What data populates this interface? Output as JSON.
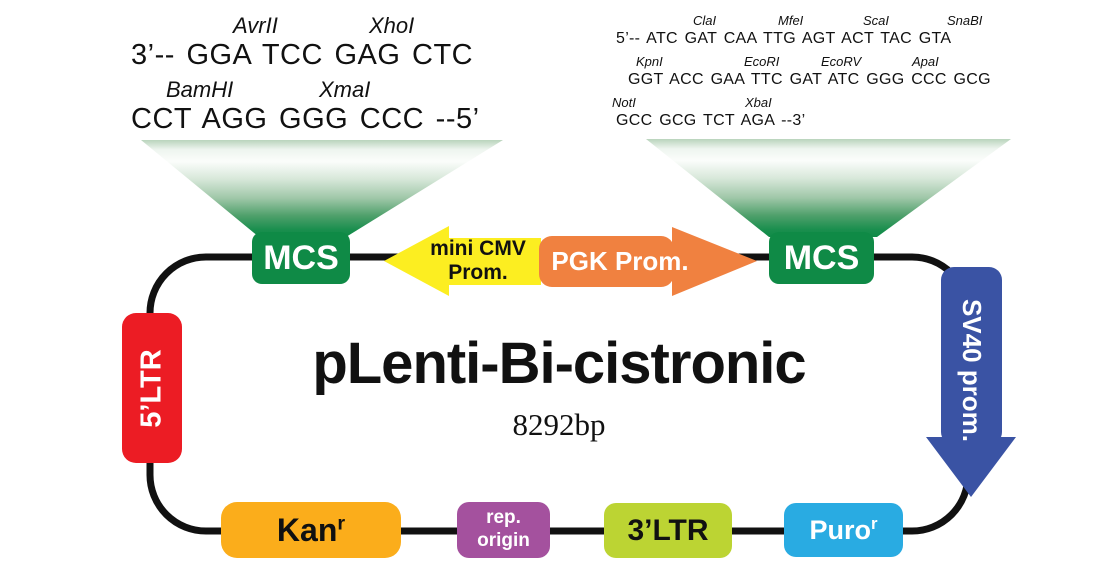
{
  "title": "pLenti-Bi-cistronic",
  "size_label": "8292bp",
  "colors": {
    "green": "#0F8A46",
    "yellow": "#FCEE21",
    "orange": "#F08140",
    "blue": "#3A53A4",
    "red": "#EC1C24",
    "amber": "#FBAD1B",
    "purple": "#A4519E",
    "lime": "#BCD433",
    "cyan": "#29ABE2",
    "backbone": "#111111"
  },
  "left_mcs": {
    "box_label": "MCS",
    "enzymes_row1": [
      "AvrII",
      "XhoI"
    ],
    "sequence_row1": "3’-- GGA TCC GAG CTC",
    "enzymes_row2": [
      "BamHI",
      "XmaI"
    ],
    "sequence_row2": "CCT AGG GGG CCC --5’"
  },
  "right_mcs": {
    "box_label": "MCS",
    "enzymes_row1": [
      "ClaI",
      "MfeI",
      "ScaI",
      "SnaBI"
    ],
    "sequence_row1": "5’-- ATC GAT CAA TTG AGT ACT TAC GTA",
    "enzymes_row2": [
      "KpnI",
      "EcoRI",
      "EcoRV",
      "ApaI"
    ],
    "sequence_row2": "GGT ACC GAA TTC GAT ATC GGG CCC GCG",
    "enzymes_row3": [
      "NotI",
      "XbaI"
    ],
    "sequence_row3": "GCC GCG TCT AGA --3’"
  },
  "elements": {
    "mini_cmv": {
      "label_line1": "mini CMV",
      "label_line2": "Prom."
    },
    "pgk": {
      "label": "PGK Prom."
    },
    "sv40": {
      "label": "SV40 prom."
    },
    "ltr5": {
      "label": "5’LTR"
    },
    "kan": {
      "base": "Kan",
      "sup": "r"
    },
    "rep_origin": {
      "line1": "rep.",
      "line2": "origin"
    },
    "ltr3": {
      "label": "3’LTR"
    },
    "puro": {
      "base": "Puro",
      "sup": "r"
    }
  }
}
